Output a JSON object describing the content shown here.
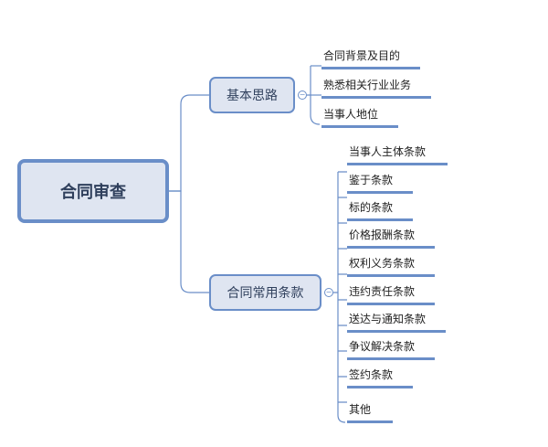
{
  "root": {
    "label": "合同审查"
  },
  "branches": [
    {
      "label": "基本思路",
      "children": [
        "合同背景及目的",
        "熟悉相关行业业务",
        "当事人地位"
      ]
    },
    {
      "label": "合同常用条款",
      "children": [
        "当事人主体条款",
        "鉴于条款",
        "标的条款",
        "价格报酬条款",
        "权利义务条款",
        "违约责任条款",
        "送达与通知条款",
        "争议解决条款",
        "签约条款",
        "其他"
      ]
    }
  ],
  "collapse_symbol": "−",
  "colors": {
    "accent": "#6a8ec8",
    "node_fill": "#dfe5f1",
    "text": "#2f3f5c"
  }
}
